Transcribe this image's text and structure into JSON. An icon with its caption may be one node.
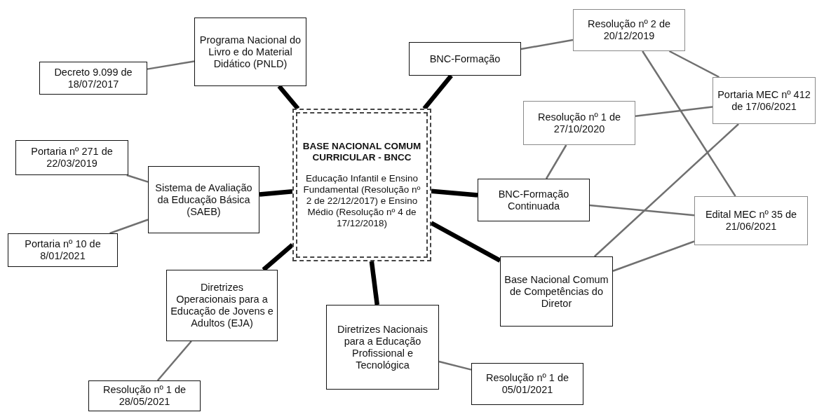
{
  "diagram": {
    "nodes": [
      {
        "text": [
          "BASE NACIONAL COMUM CURRICULAR - BNCC",
          "Educação Infantil e Ensino Fundamental (Resolução nº 2 de 22/12/2017) e Ensino Médio (Resolução nº 4 de 17/12/2018)"
        ]
      },
      {
        "text": [
          "Programa Nacional do Livro e do Material Didático (PNLD)"
        ]
      },
      {
        "text": [
          "Decreto 9.099 de 18/07/2017"
        ]
      },
      {
        "text": [
          "BNC-Formação"
        ]
      },
      {
        "text": [
          "Resolução nº 2 de 20/12/2019"
        ]
      },
      {
        "text": [
          "Portaria MEC nº 412 de 17/06/2021"
        ]
      },
      {
        "text": [
          "Resolução nº 1 de 27/10/2020"
        ]
      },
      {
        "text": [
          "Portaria nº 271 de 22/03/2019"
        ]
      },
      {
        "text": [
          "Sistema de Avaliação da Educação Básica (SAEB)"
        ]
      },
      {
        "text": [
          "BNC-Formação Continuada"
        ]
      },
      {
        "text": [
          "Edital MEC nº 35 de 21/06/2021"
        ]
      },
      {
        "text": [
          "Portaria nº 10 de 8/01/2021"
        ]
      },
      {
        "text": [
          "Diretrizes Operacionais para a Educação de Jovens e Adultos (EJA)"
        ]
      },
      {
        "text": [
          "Base Nacional Comum de Competências do Diretor"
        ]
      },
      {
        "text": [
          "Diretrizes Nacionais para a Educação Profissional e Tecnológica"
        ]
      },
      {
        "text": [
          "Resolução nº 1 de 05/01/2021"
        ]
      },
      {
        "text": [
          "Resolução nº 1 de 28/05/2021"
        ]
      }
    ],
    "edges": [
      {
        "from": 0,
        "to": 1,
        "arrow": "none",
        "style": "thick",
        "color": "#000000"
      },
      {
        "from": 0,
        "to": 3,
        "arrow": "none",
        "style": "thick",
        "color": "#000000"
      },
      {
        "from": 0,
        "to": 8,
        "arrow": "none",
        "style": "thick",
        "color": "#000000"
      },
      {
        "from": 0,
        "to": 9,
        "arrow": "none",
        "style": "thick",
        "color": "#000000"
      },
      {
        "from": 0,
        "to": 12,
        "arrow": "none",
        "style": "thick",
        "color": "#000000"
      },
      {
        "from": 0,
        "to": 14,
        "arrow": "none",
        "style": "thick",
        "color": "#000000"
      },
      {
        "from": 0,
        "to": 13,
        "arrow": "none",
        "style": "thick",
        "color": "#000000"
      },
      {
        "from": 2,
        "to": 1,
        "arrow": "none"
      },
      {
        "from": 3,
        "to": 4,
        "arrow": "none"
      },
      {
        "from": 4,
        "to": 5,
        "arrow": "none"
      },
      {
        "from": 4,
        "to": 10,
        "arrow": "none"
      },
      {
        "from": 6,
        "to": 5,
        "arrow": "none"
      },
      {
        "from": 6,
        "to": 9,
        "arrow": "none"
      },
      {
        "from": 9,
        "to": 10,
        "arrow": "none"
      },
      {
        "from": 13,
        "to": 5,
        "arrow": "none"
      },
      {
        "from": 13,
        "to": 10,
        "arrow": "none"
      },
      {
        "from": 7,
        "to": 8,
        "arrow": "none"
      },
      {
        "from": 11,
        "to": 8,
        "arrow": "none"
      },
      {
        "from": 12,
        "to": 16,
        "arrow": "none"
      },
      {
        "from": 14,
        "to": 15,
        "arrow": "none"
      }
    ]
  }
}
